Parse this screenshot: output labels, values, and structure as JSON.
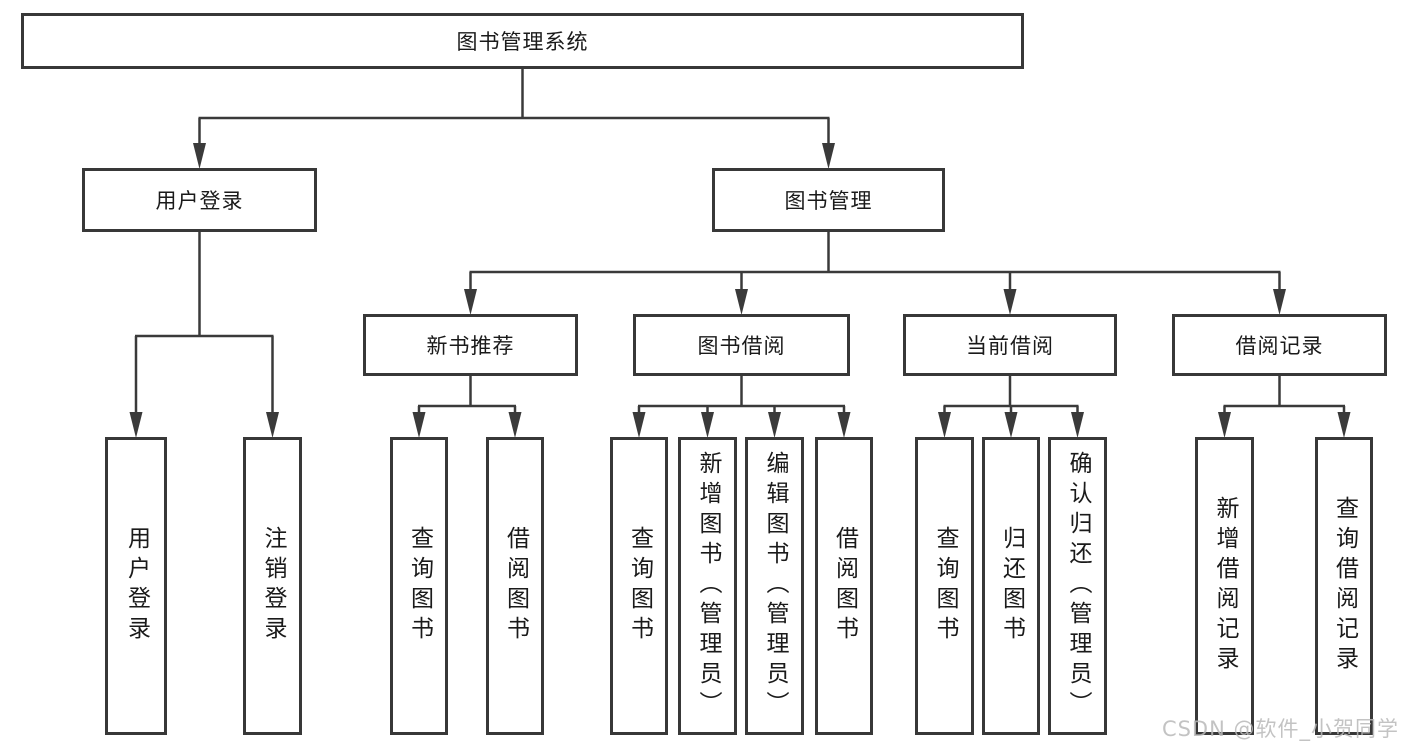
{
  "diagram": {
    "type": "tree",
    "title": "图书管理系统",
    "nodes": [
      {
        "id": "root",
        "label": "图书管理系统",
        "level": 1,
        "parent": null
      },
      {
        "id": "user-login",
        "label": "用户登录",
        "level": 2,
        "parent": "root"
      },
      {
        "id": "book-mgmt",
        "label": "图书管理",
        "level": 2,
        "parent": "root"
      },
      {
        "id": "new-book-rec",
        "label": "新书推荐",
        "level": 3,
        "parent": "book-mgmt"
      },
      {
        "id": "book-borrow",
        "label": "图书借阅",
        "level": 3,
        "parent": "book-mgmt"
      },
      {
        "id": "current-borrow",
        "label": "当前借阅",
        "level": 3,
        "parent": "book-mgmt"
      },
      {
        "id": "borrow-record",
        "label": "借阅记录",
        "level": 3,
        "parent": "book-mgmt"
      },
      {
        "id": "user-login-leaf",
        "label": "用户登录",
        "level": 4,
        "parent": "user-login",
        "orientation": "vertical"
      },
      {
        "id": "logout-leaf",
        "label": "注销登录",
        "level": 4,
        "parent": "user-login",
        "orientation": "vertical"
      },
      {
        "id": "nbr-query",
        "label": "查询图书",
        "level": 4,
        "parent": "new-book-rec",
        "orientation": "vertical"
      },
      {
        "id": "nbr-borrow",
        "label": "借阅图书",
        "level": 4,
        "parent": "new-book-rec",
        "orientation": "vertical"
      },
      {
        "id": "bb-query",
        "label": "查询图书",
        "level": 4,
        "parent": "book-borrow",
        "orientation": "vertical"
      },
      {
        "id": "bb-add",
        "label": "新增图书（管理员）",
        "level": 4,
        "parent": "book-borrow",
        "orientation": "vertical"
      },
      {
        "id": "bb-edit",
        "label": "编辑图书（管理员）",
        "level": 4,
        "parent": "book-borrow",
        "orientation": "vertical"
      },
      {
        "id": "bb-borrow",
        "label": "借阅图书",
        "level": 4,
        "parent": "book-borrow",
        "orientation": "vertical"
      },
      {
        "id": "cb-query",
        "label": "查询图书",
        "level": 4,
        "parent": "current-borrow",
        "orientation": "vertical"
      },
      {
        "id": "cb-return",
        "label": "归还图书",
        "level": 4,
        "parent": "current-borrow",
        "orientation": "vertical"
      },
      {
        "id": "cb-confirm",
        "label": "确认归还（管理员）",
        "level": 4,
        "parent": "current-borrow",
        "orientation": "vertical"
      },
      {
        "id": "br-add",
        "label": "新增借阅记录",
        "level": 4,
        "parent": "borrow-record",
        "orientation": "vertical"
      },
      {
        "id": "br-query",
        "label": "查询借阅记录",
        "level": 4,
        "parent": "borrow-record",
        "orientation": "vertical"
      }
    ],
    "colors": {
      "border": "#383838",
      "line": "#3a3a3a",
      "text": "#1a1a1a",
      "background": "#ffffff",
      "watermark": "#b9b9b9"
    },
    "watermark": "CSDN @软件_小贺同学"
  }
}
